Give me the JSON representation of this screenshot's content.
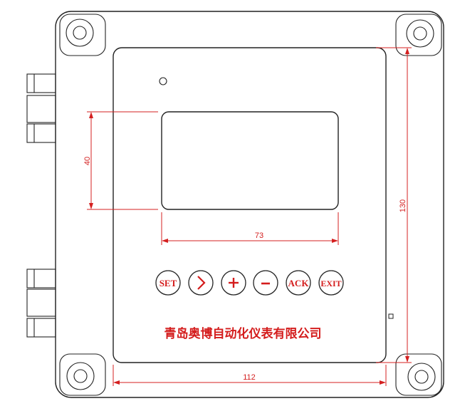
{
  "dimensions": {
    "display_height": "40",
    "display_width": "73",
    "panel_height": "130",
    "panel_width": "112"
  },
  "buttons": [
    {
      "id": "set",
      "label": "SET",
      "icon": "text"
    },
    {
      "id": "next",
      "label": "",
      "icon": "chevron-right-icon"
    },
    {
      "id": "plus",
      "label": "",
      "icon": "plus-icon"
    },
    {
      "id": "minus",
      "label": "",
      "icon": "minus-icon"
    },
    {
      "id": "ack",
      "label": "ACK",
      "icon": "text"
    },
    {
      "id": "exit",
      "label": "EXIT",
      "icon": "text"
    }
  ],
  "company_name": "青岛奥博自动化仪表有限公司",
  "colors": {
    "outline": "#222222",
    "dimension": "#d42020",
    "label": "#d41c1c"
  }
}
